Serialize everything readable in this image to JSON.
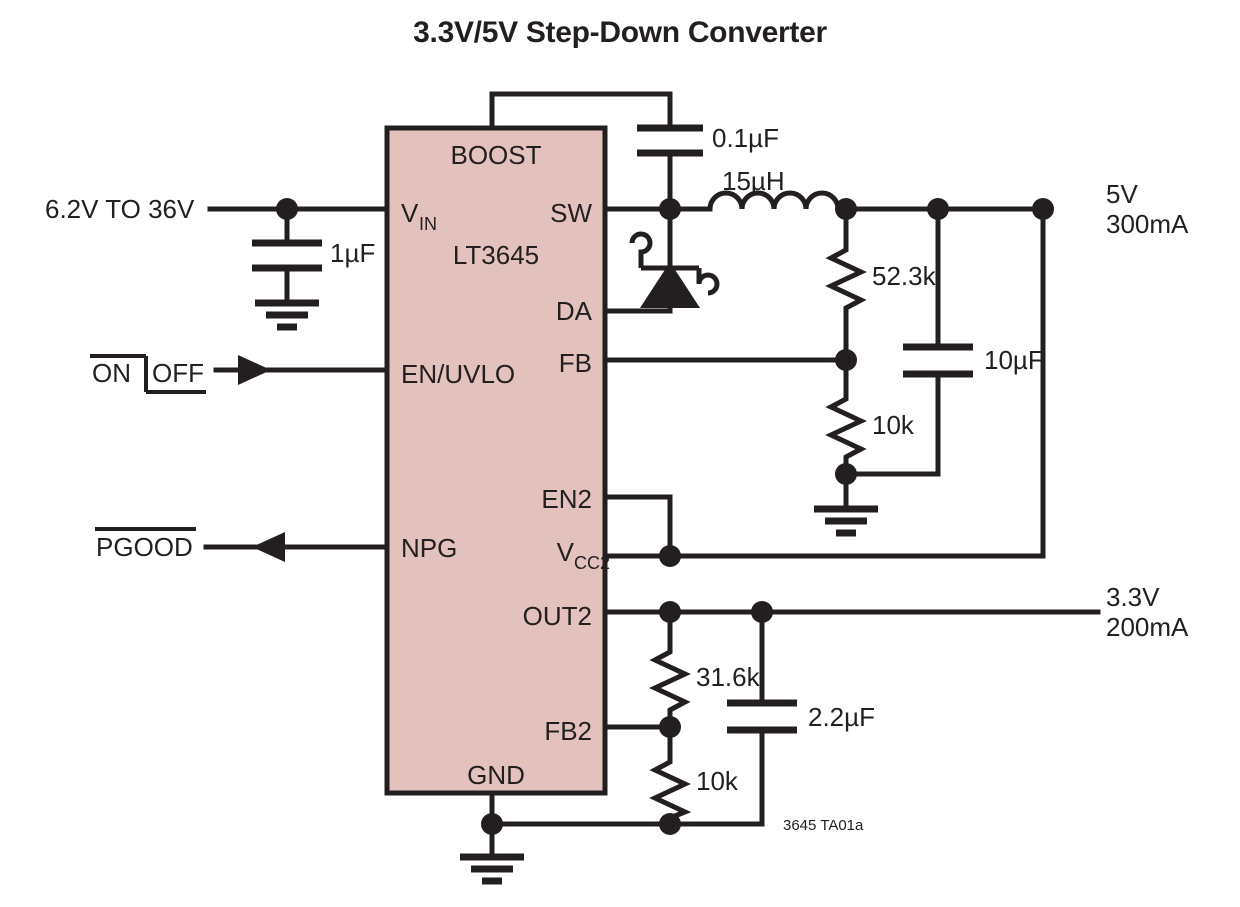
{
  "title": "3.3V/5V Step-Down Converter",
  "ic": {
    "part_number": "LT3645",
    "pins": {
      "boost": "BOOST",
      "vin": "V",
      "vin_sub": "IN",
      "en_uvlo": "EN/UVLO",
      "npg": "NPG",
      "gnd": "GND",
      "sw": "SW",
      "da": "DA",
      "fb": "FB",
      "en2": "EN2",
      "vcc2": "V",
      "vcc2_sub": "CC2",
      "out2": "OUT2",
      "fb2": "FB2"
    }
  },
  "inputs": {
    "supply_range": "6.2V TO 36V",
    "enable_on": "ON",
    "enable_off": "OFF",
    "pgood": "PGOOD"
  },
  "outputs": {
    "rail1_voltage": "5V",
    "rail1_current": "300mA",
    "rail2_voltage": "3.3V",
    "rail2_current": "200mA"
  },
  "components": {
    "cin": "1µF",
    "cboost": "0.1µF",
    "l1": "15µH",
    "rfb_top": "52.3k",
    "rfb_bot": "10k",
    "cout1": "10µF",
    "rfb2_top": "31.6k",
    "rfb2_bot": "10k",
    "cout2": "2.2µF"
  },
  "caption": "3645 TA01a",
  "colors": {
    "ic_fill": "#e3c1bc",
    "ink": "#231f20",
    "background": "#ffffff"
  }
}
